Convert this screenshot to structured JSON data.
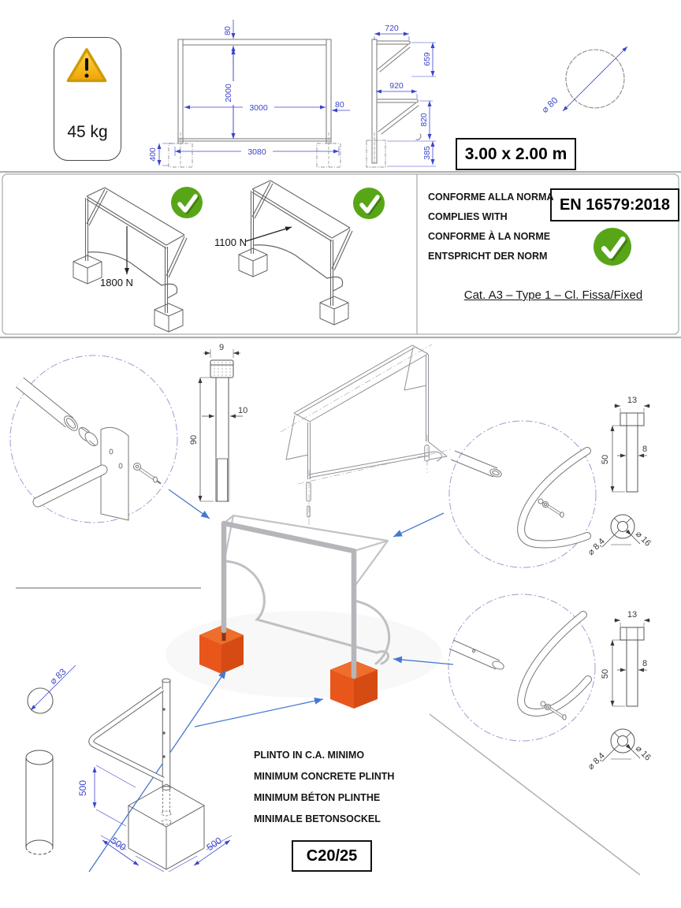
{
  "top": {
    "weight": "45 kg",
    "size": "3.00 x 2.00 m",
    "tube_dia": "⌀ 80",
    "front": {
      "dim_crossbar": "80",
      "dim_height": "2000",
      "dim_width": "3000",
      "dim_post": "80",
      "dim_base_width": "3080",
      "dim_base_depth": "400"
    },
    "side": {
      "dim_top_depth": "720",
      "dim_upper": "659",
      "dim_net_depth": "920",
      "dim_lower": "820",
      "dim_base": "385"
    }
  },
  "compliance": {
    "load_vertical": "1800 N",
    "load_horizontal": "1100 N",
    "lines": [
      "CONFORME ALLA NORMA",
      "COMPLIES WITH",
      "CONFORME À LA NORME",
      "ENTSPRICHT DER NORM"
    ],
    "standard": "EN 16579:2018",
    "category": "Cat. A3 – Type 1 – Cl. Fissa/Fixed"
  },
  "details": {
    "socket_bolt": {
      "width": "9",
      "length": "90",
      "dia": "10"
    },
    "hex_bolt": {
      "width": "13",
      "length": "50",
      "dia": "8"
    },
    "washer": {
      "inner": "⌀ 8,4",
      "outer": "⌀ 16"
    },
    "post_dia": "⌀ 83",
    "plinth": {
      "height": "500",
      "width": "500",
      "depth": "500",
      "lines": [
        "PLINTO IN C.A. MINIMO",
        "MINIMUM CONCRETE PLINTH",
        "MINIMUM BÉTON PLINTHE",
        "MINIMALE BETONSOCKEL"
      ],
      "concrete": "C20/25"
    }
  },
  "colors": {
    "dim_blue": "#3c45cc",
    "leader_blue": "#4479d0",
    "check_green": "#58a618",
    "plinth_orange": "#e8561b",
    "standard_border": "#111111"
  }
}
